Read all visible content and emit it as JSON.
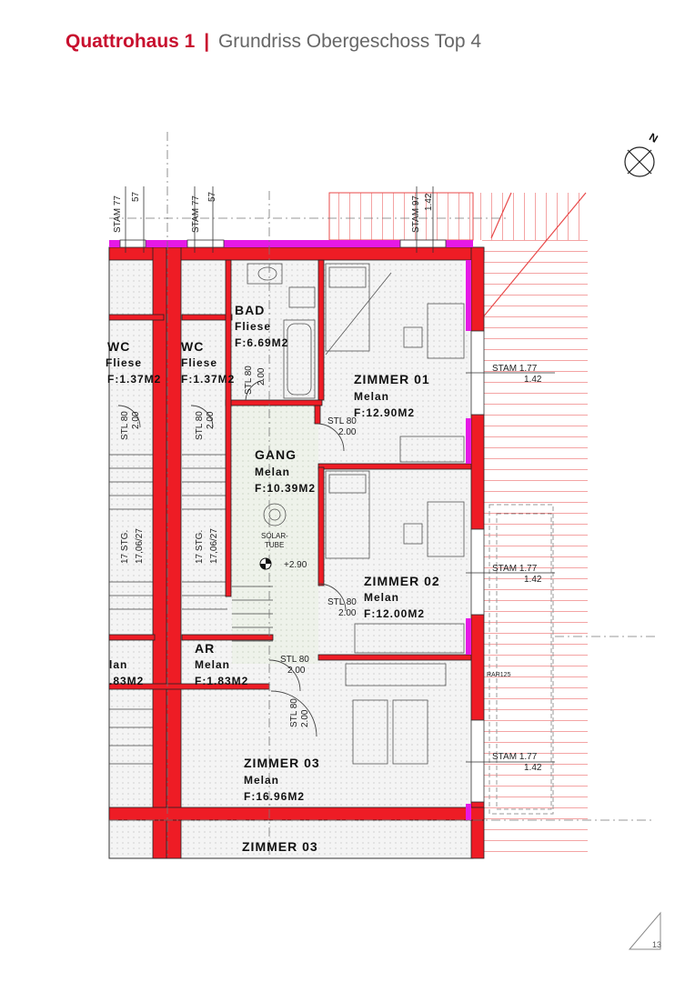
{
  "header": {
    "brand": "Quattrohaus 1",
    "separator": "|",
    "subtitle": "Grundriss Obergeschoss Top 4"
  },
  "compass": {
    "label": "N"
  },
  "page_number": "13",
  "rooms": [
    {
      "id": "bad",
      "name": "BAD",
      "material": "Fliese",
      "area": "F:6.69M2"
    },
    {
      "id": "zimmer01",
      "name": "ZIMMER 01",
      "material": "Melan",
      "area": "F:12.90M2"
    },
    {
      "id": "gang",
      "name": "GANG",
      "material": "Melan",
      "area": "F:10.39M2"
    },
    {
      "id": "zimmer02",
      "name": "ZIMMER 02",
      "material": "Melan",
      "area": "F:12.00M2"
    },
    {
      "id": "ar",
      "name": "AR",
      "material": "Melan",
      "area": "F:1.83M2"
    },
    {
      "id": "zimmer03",
      "name": "ZIMMER 03",
      "material": "Melan",
      "area": "F:16.96M2"
    },
    {
      "id": "wc1",
      "name": "WC",
      "material": "Fliese",
      "area": "F:1.37M2"
    },
    {
      "id": "wc2",
      "name": "WC",
      "material": "Fliese",
      "area": "F:1.37M2"
    },
    {
      "id": "left_partial",
      "name": "",
      "material": "lan",
      "area": ".83M2"
    },
    {
      "id": "zimmer03b",
      "name": "ZIMMER 03",
      "material": "",
      "area": ""
    }
  ],
  "annotations": {
    "stam1": "STAM 77",
    "stam1b": "57",
    "stam2": "STAM 77",
    "stam2b": "57",
    "stam3": "STAM 97",
    "stam3b": "1.42",
    "stam_r1": "STAM 1.77",
    "stam_r1b": "1.42",
    "stam_r2": "STAM 1.77",
    "stam_r2b": "1.42",
    "stam_r3": "STAM 1.77",
    "stam_r3b": "1.42",
    "stl_a": "STL 80",
    "stl_ab": "2.00",
    "stl_b": "STL 80",
    "stl_bb": "2.00",
    "stl_c": "STL 80",
    "stl_cb": "2.00",
    "stl_d": "STL 80",
    "stl_db": "2.00",
    "stl_e": "STL 80",
    "stl_eb": "2.00",
    "stl_f": "STL 80",
    "stl_fb": "2.00",
    "stl_g": "STL 80",
    "stl_gb": "2.00",
    "stg1": "17 STG.",
    "stg1b": "17,06/27",
    "stg2": "17 STG.",
    "stg2b": "17,06/27",
    "solar": "SOLAR-",
    "solar2": "TUBE",
    "level": "+2.90",
    "rar": "RAR125"
  },
  "colors": {
    "brand": "#c8102e",
    "wall": "#ee1c25",
    "magenta": "#e619e6",
    "hatch": "#e84a4a"
  }
}
